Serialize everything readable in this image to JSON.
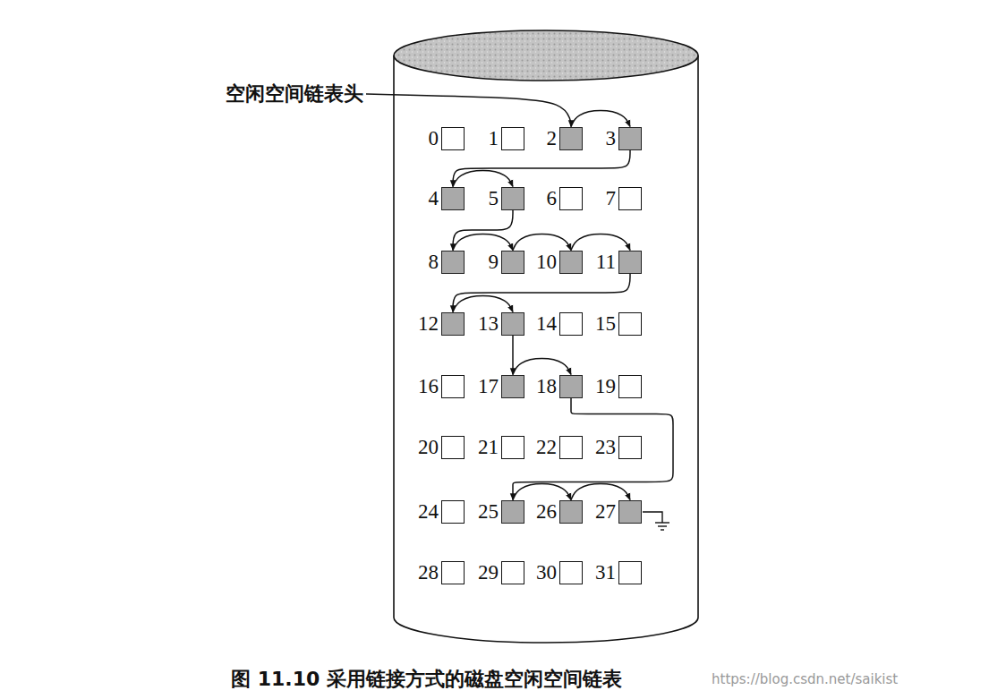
{
  "diagram": {
    "caption": "图 11.10 采用链接方式的磁盘空闲空间链表",
    "nodes": [
      {
        "text": [
          "0"
        ]
      },
      {
        "text": [
          "1"
        ]
      },
      {
        "text": [
          "2"
        ]
      },
      {
        "text": [
          "3"
        ]
      },
      {
        "text": [
          "4"
        ]
      },
      {
        "text": [
          "5"
        ]
      },
      {
        "text": [
          "6"
        ]
      },
      {
        "text": [
          "7"
        ]
      },
      {
        "text": [
          "8"
        ]
      },
      {
        "text": [
          "9"
        ]
      },
      {
        "text": [
          "10"
        ]
      },
      {
        "text": [
          "11"
        ]
      },
      {
        "text": [
          "12"
        ]
      },
      {
        "text": [
          "13"
        ]
      },
      {
        "text": [
          "14"
        ]
      },
      {
        "text": [
          "15"
        ]
      },
      {
        "text": [
          "16"
        ]
      },
      {
        "text": [
          "17"
        ]
      },
      {
        "text": [
          "18"
        ]
      },
      {
        "text": [
          "19"
        ]
      },
      {
        "text": [
          "20"
        ]
      },
      {
        "text": [
          "21"
        ]
      },
      {
        "text": [
          "22"
        ]
      },
      {
        "text": [
          "23"
        ]
      },
      {
        "text": [
          "24"
        ]
      },
      {
        "text": [
          "25"
        ]
      },
      {
        "text": [
          "26"
        ]
      },
      {
        "text": [
          "27"
        ]
      },
      {
        "text": [
          "28"
        ]
      },
      {
        "text": [
          "29"
        ]
      },
      {
        "text": [
          "30"
        ]
      },
      {
        "text": [
          "31"
        ]
      }
    ],
    "edges": [
      {
        "from": 2,
        "to": 3,
        "arrow": "to"
      },
      {
        "from": 3,
        "to": 4,
        "arrow": "to"
      },
      {
        "from": 4,
        "to": 5,
        "arrow": "to"
      },
      {
        "from": 5,
        "to": 8,
        "arrow": "to"
      },
      {
        "from": 8,
        "to": 9,
        "arrow": "to"
      },
      {
        "from": 9,
        "to": 10,
        "arrow": "to"
      },
      {
        "from": 10,
        "to": 11,
        "arrow": "to"
      },
      {
        "from": 11,
        "to": 12,
        "arrow": "to"
      },
      {
        "from": 12,
        "to": 13,
        "arrow": "to"
      },
      {
        "from": 13,
        "to": 17,
        "arrow": "to"
      },
      {
        "from": 17,
        "to": 18,
        "arrow": "to"
      },
      {
        "from": 18,
        "to": 25,
        "arrow": "to"
      },
      {
        "from": 25,
        "to": 26,
        "arrow": "to"
      },
      {
        "from": 26,
        "to": 27,
        "arrow": "to"
      }
    ],
    "labels": [
      "空闲空间链表头",
      "https://blog.csdn.net/saikist"
    ]
  }
}
